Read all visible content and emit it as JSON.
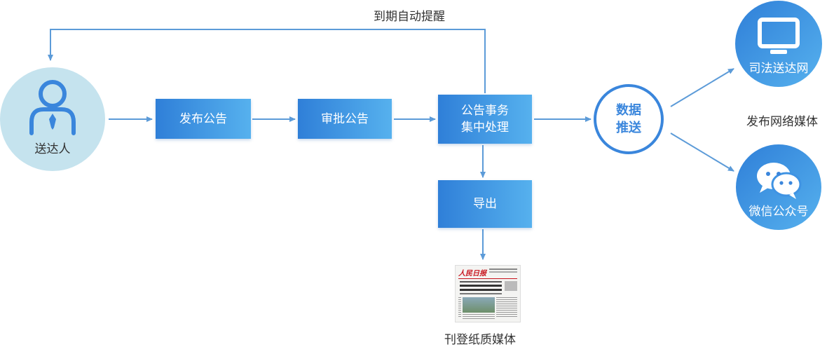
{
  "labels": {
    "auto_reminder": "到期自动提醒",
    "sender": "送达人",
    "publish_notice": "发布公告",
    "approve_notice": "审批公告",
    "central_processing_line1": "公告事务",
    "central_processing_line2": "集中处理",
    "export": "导出",
    "data_push_line1": "数据",
    "data_push_line2": "推送",
    "judicial_network": "司法送达网",
    "publish_network_media": "发布网络媒体",
    "wechat_account": "微信公众号",
    "print_media": "刊登纸质媒体"
  },
  "newspaper": {
    "masthead": "人民日报"
  },
  "colors": {
    "line": "#5c9bd8",
    "box_start": "#2f7fd8",
    "box_end": "#56b1ee",
    "sender_bg": "#c5e3ee",
    "icon_blue": "#3a86dc"
  },
  "icons": [
    "person-icon",
    "monitor-icon",
    "wechat-icon",
    "newspaper-image"
  ]
}
